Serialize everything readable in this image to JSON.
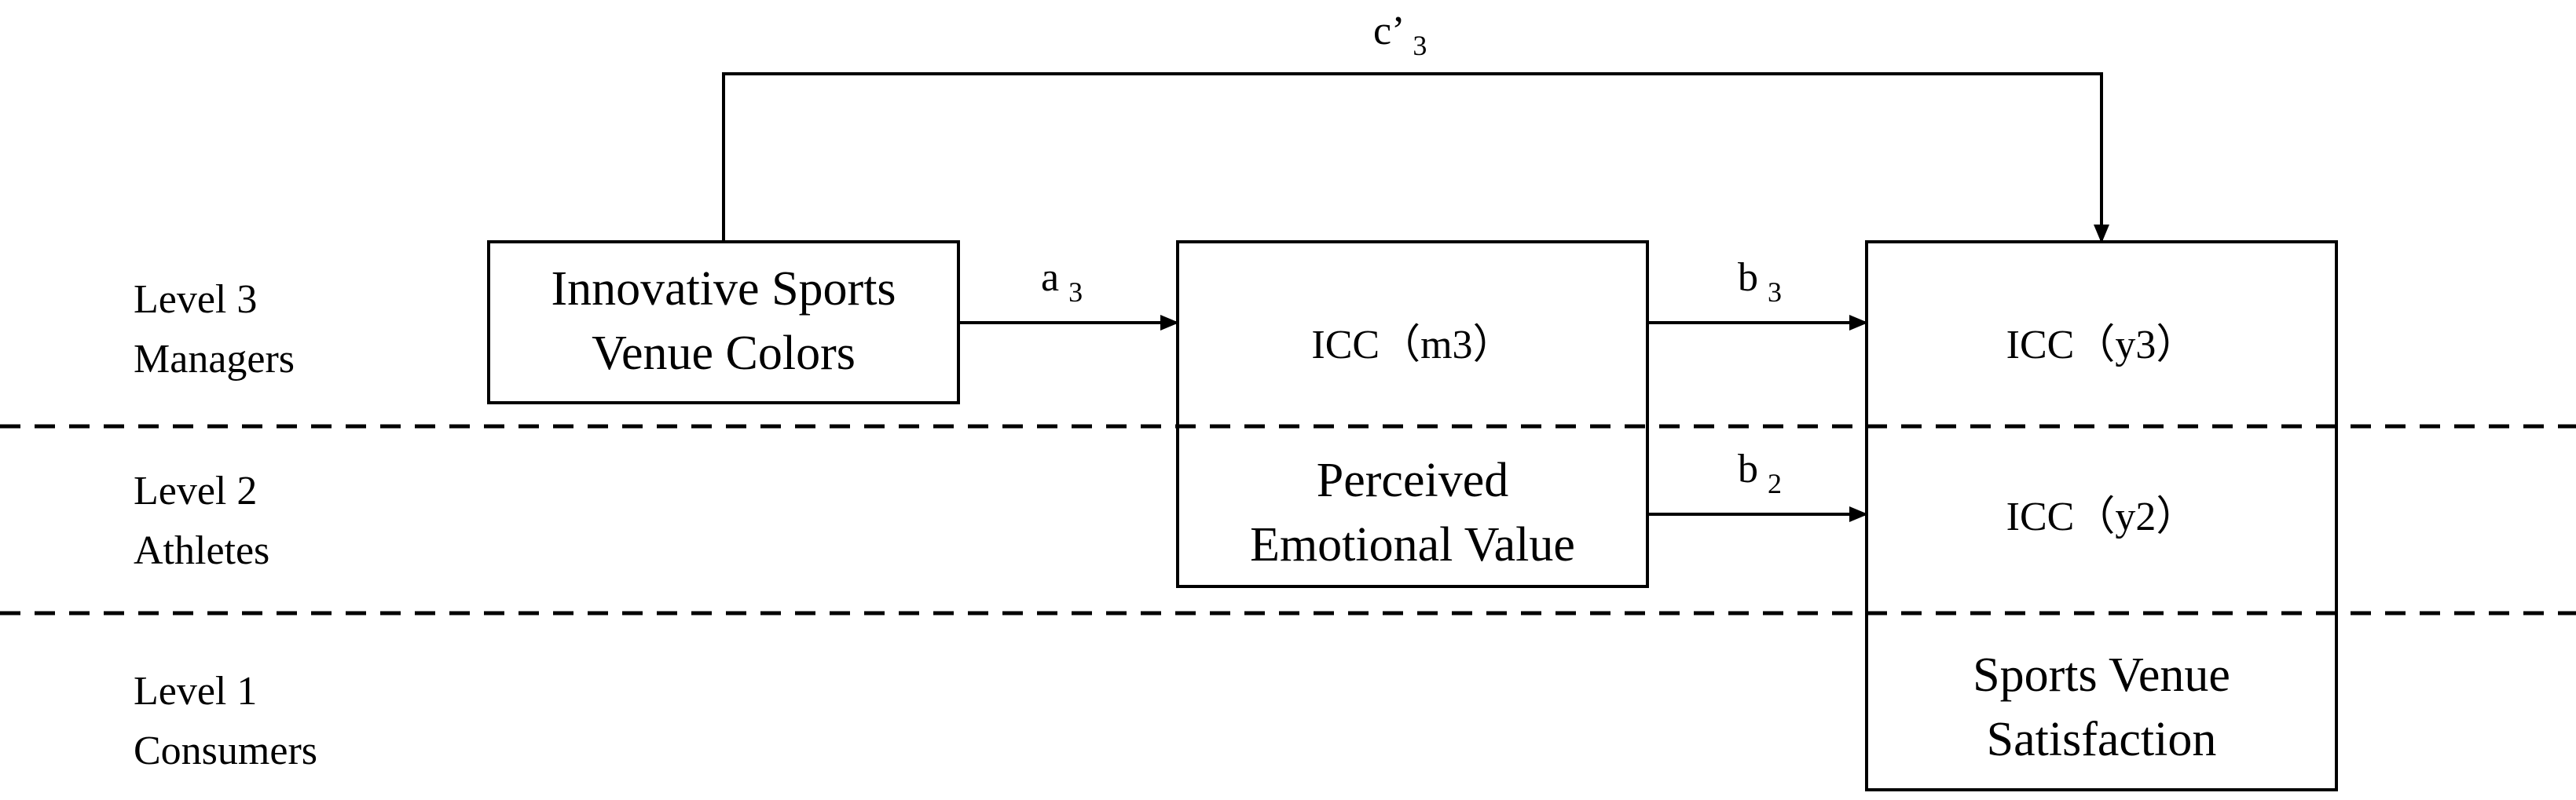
{
  "levels": [
    {
      "title": "Level 3",
      "group": "Managers"
    },
    {
      "title": "Level 2",
      "group": "Athletes"
    },
    {
      "title": "Level 1",
      "group": "Consumers"
    }
  ],
  "boxes": {
    "predictor": {
      "line1": "Innovative Sports",
      "line2": "Venue Colors"
    },
    "mediator_icc": "ICC（m3）",
    "mediator": {
      "line1": "Perceived",
      "line2": "Emotional Value"
    },
    "outcome_icc_l3": "ICC（y3）",
    "outcome_icc_l2": "ICC（y2）",
    "outcome": {
      "line1": "Sports Venue",
      "line2": "Satisfaction"
    }
  },
  "paths": {
    "a3": {
      "letter": "a",
      "sub": "3"
    },
    "b3": {
      "letter": "b",
      "sub": "3"
    },
    "b2": {
      "letter": "b",
      "sub": "2"
    },
    "c3": {
      "letter": "c’",
      "sub": "3"
    }
  },
  "colors": {
    "stroke": "#000000",
    "background": "#ffffff"
  }
}
